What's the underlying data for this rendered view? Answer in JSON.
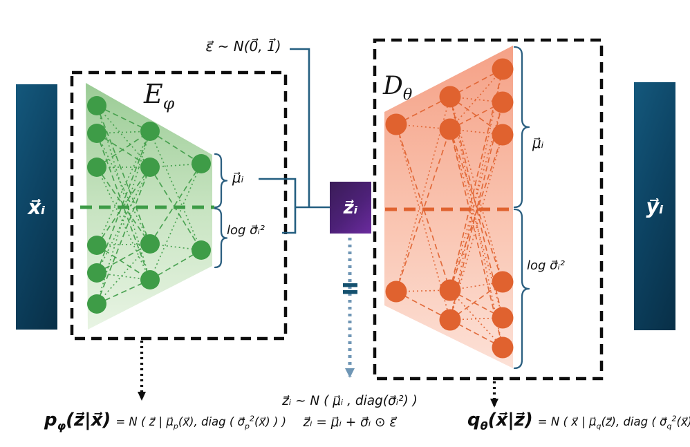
{
  "bars": {
    "input_label": "x⃗ᵢ",
    "output_label": "y⃗ᵢ"
  },
  "encoder": {
    "title": "E",
    "title_sub": "φ",
    "mu_label": "μ⃗ᵢ",
    "logvar_label": "log σ⃗ᵢ²"
  },
  "decoder": {
    "title": "D",
    "title_sub": "θ",
    "mu_label": "μ⃗ᵢ",
    "logvar_label": "log σ⃗ᵢ²"
  },
  "latent": {
    "label": "z⃗ᵢ"
  },
  "noise_label": "ε⃗ ~ N(0⃗, 1⃗)",
  "formulas": {
    "posterior": {
      "lhs_main": "p",
      "lhs_sub": "φ",
      "lhs_args": "(z⃗|x⃗)",
      "r1": "= N ( z⃗ | μ⃗",
      "r1_sub": "p",
      "r2": "(x⃗), diag ( σ⃗",
      "r2_sub": "p",
      "r2_sup": "2",
      "r3": "(x⃗) ) )"
    },
    "sampling": "z⃗ᵢ ~ N ( μ⃗ᵢ , diag(σ⃗ᵢ²) )",
    "reparam": "z⃗ᵢ = μ⃗ᵢ + σ⃗ᵢ ⊙ ε⃗",
    "likelihood": {
      "lhs_main": "q",
      "lhs_sub": "θ",
      "lhs_args": "(x⃗|z⃗)",
      "r1": "= N ( x⃗ | μ⃗",
      "r1_sub": "q",
      "r2": "(z⃗), diag ( σ⃗",
      "r2_sub": "q",
      "r2_sup": "2",
      "r3": "(x⃗) ) )"
    }
  },
  "colors": {
    "encoder_node": "#3e9c47",
    "decoder_node": "#e0622f",
    "connector": "#235e80",
    "brace": "#2b5f80",
    "steel_arrow": "#6f96b5",
    "stop_marker": "#14506e",
    "box_dash": "#0d0d0d",
    "bar_dark": "#082f47",
    "latent_purple": "#4d2178"
  }
}
